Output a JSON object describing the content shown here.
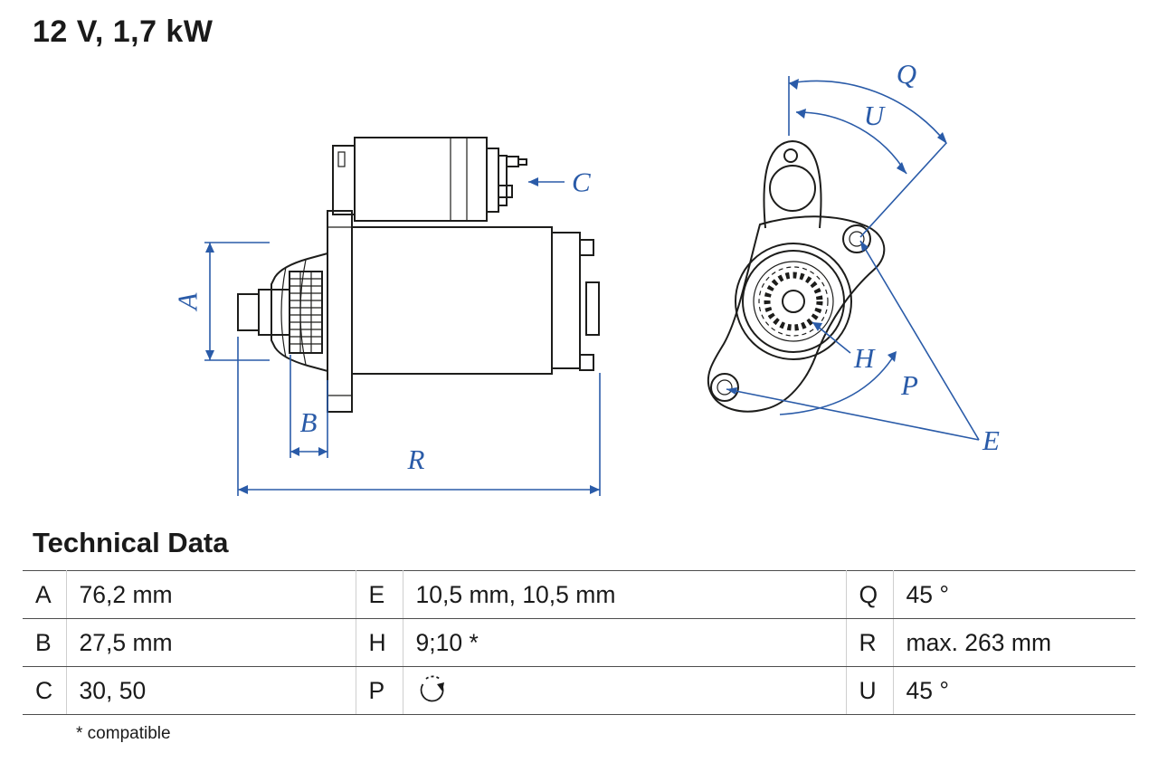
{
  "title": "12 V, 1,7 kW",
  "drawing": {
    "labels": {
      "A": "A",
      "B": "B",
      "C": "C",
      "E": "E",
      "H": "H",
      "P": "P",
      "Q": "Q",
      "R": "R",
      "U": "U"
    },
    "colors": {
      "dimension_blue": "#2a5ba8",
      "outline": "#1d1d1b"
    }
  },
  "table": {
    "heading": "Technical Data",
    "rotation_icon": "clockwise-rotation",
    "rows": [
      [
        "A",
        "76,2 mm",
        "E",
        "10,5 mm, 10,5 mm",
        "Q",
        "45 °"
      ],
      [
        "B",
        "27,5 mm",
        "H",
        "9;10 *",
        "R",
        "max. 263 mm"
      ],
      [
        "C",
        "30, 50",
        "P",
        "",
        "U",
        "45 °"
      ]
    ],
    "footnote": "* compatible"
  }
}
